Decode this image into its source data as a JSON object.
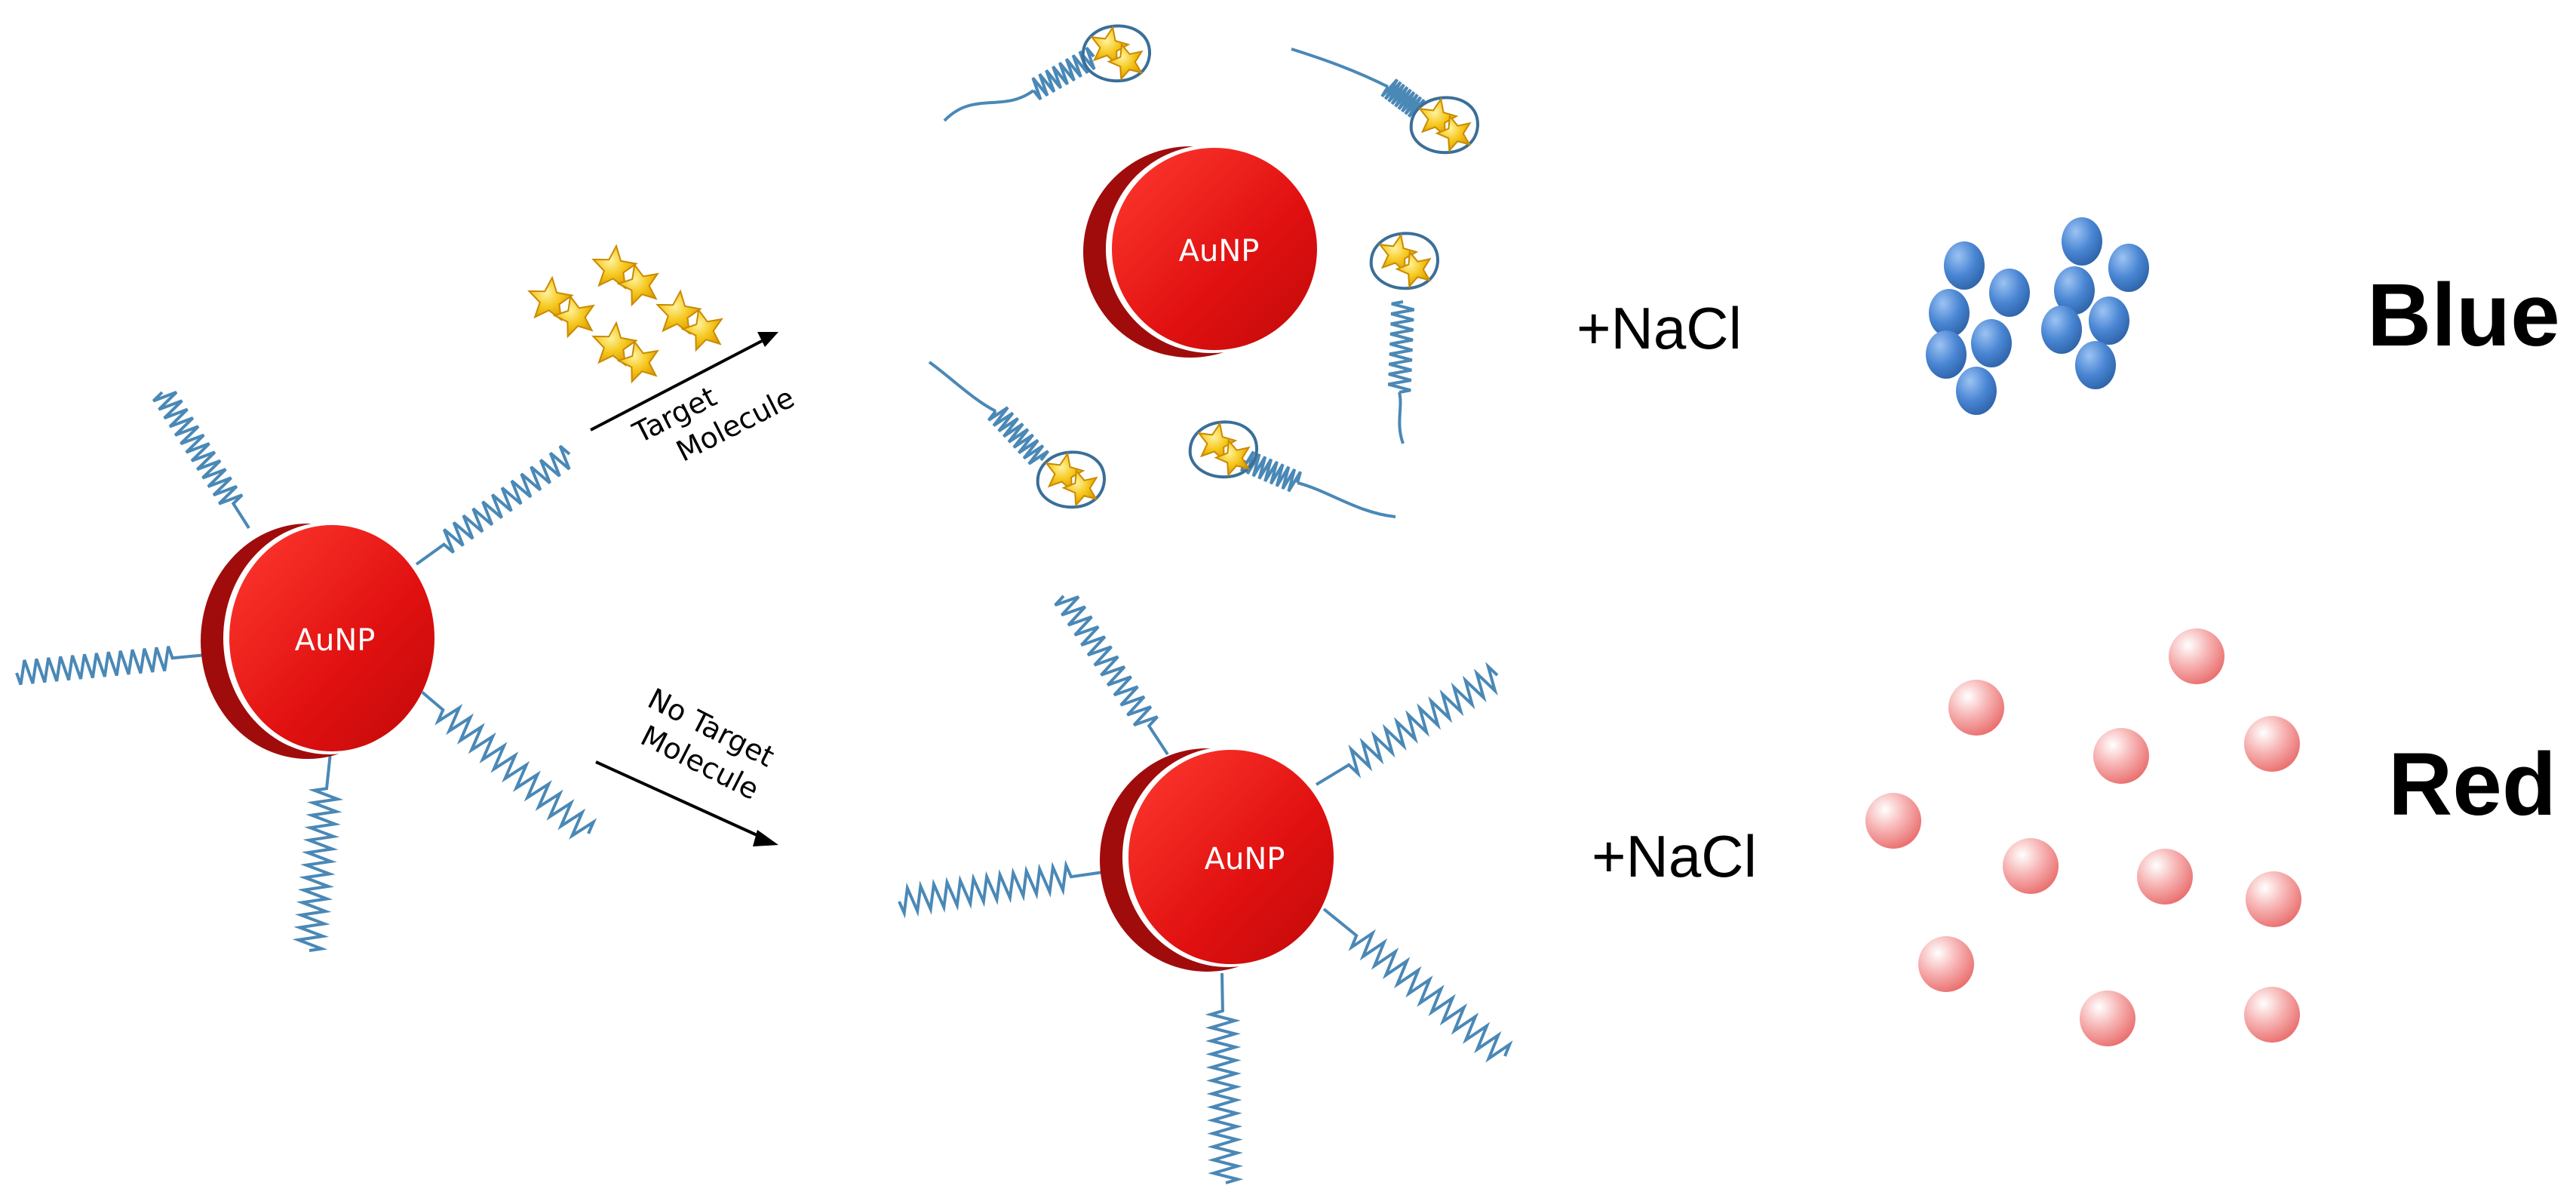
{
  "particle_label": "AuNP",
  "arrow_target": {
    "line1": "Target",
    "line2": "Molecule"
  },
  "arrow_no_target": {
    "line1": "No Target",
    "line2": "Molecule"
  },
  "salt_label": "+NaCl",
  "result_blue": "Blue",
  "result_red": "Red",
  "colors": {
    "particle": "#e01010",
    "particle_dark": "#a00c0c",
    "strand": "#4a88b6",
    "target": "#f2b416",
    "aggregate": "#4a86d4",
    "dispersed": "#f08a8a"
  }
}
